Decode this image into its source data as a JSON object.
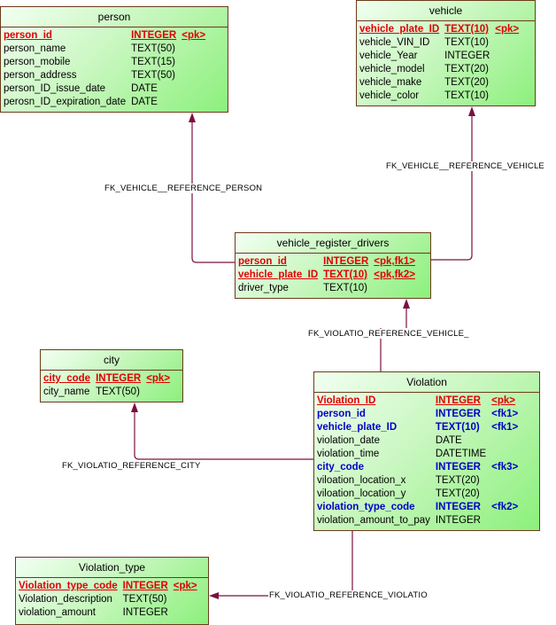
{
  "entities": {
    "person": {
      "title": "person",
      "columns": [
        {
          "name": "person_id",
          "type": "INTEGER",
          "key": "<pk>",
          "style": "pk"
        },
        {
          "name": "person_name",
          "type": "TEXT(50)",
          "key": "",
          "style": ""
        },
        {
          "name": "person_mobile",
          "type": "TEXT(15)",
          "key": "",
          "style": ""
        },
        {
          "name": "person_address",
          "type": "TEXT(50)",
          "key": "",
          "style": ""
        },
        {
          "name": "person_ID_issue_date",
          "type": "DATE",
          "key": "",
          "style": ""
        },
        {
          "name": "perosn_ID_expiration_date",
          "type": "DATE",
          "key": "",
          "style": ""
        }
      ]
    },
    "vehicle": {
      "title": "vehicle",
      "columns": [
        {
          "name": "vehicle_plate_ID",
          "type": "TEXT(10)",
          "key": "<pk>",
          "style": "pk"
        },
        {
          "name": "vehicle_VIN_ID",
          "type": "TEXT(10)",
          "key": "",
          "style": ""
        },
        {
          "name": "vehicle_Year",
          "type": "INTEGER",
          "key": "",
          "style": ""
        },
        {
          "name": "vehicle_model",
          "type": "TEXT(20)",
          "key": "",
          "style": ""
        },
        {
          "name": "vehicle_make",
          "type": "TEXT(20)",
          "key": "",
          "style": ""
        },
        {
          "name": "vehicle_color",
          "type": "TEXT(10)",
          "key": "",
          "style": ""
        }
      ]
    },
    "vehicle_register_drivers": {
      "title": "vehicle_register_drivers",
      "columns": [
        {
          "name": "person_id",
          "type": "INTEGER",
          "key": "<pk,fk1>",
          "style": "pk"
        },
        {
          "name": "vehicle_plate_ID",
          "type": "TEXT(10)",
          "key": "<pk,fk2>",
          "style": "pk"
        },
        {
          "name": "driver_type",
          "type": "TEXT(10)",
          "key": "",
          "style": ""
        }
      ]
    },
    "city": {
      "title": "city",
      "columns": [
        {
          "name": "city_code",
          "type": "INTEGER",
          "key": "<pk>",
          "style": "pk"
        },
        {
          "name": "city_name",
          "type": "TEXT(50)",
          "key": "",
          "style": ""
        }
      ]
    },
    "violation": {
      "title": "Violation",
      "columns": [
        {
          "name": "Violation_ID",
          "type": "INTEGER",
          "key": "<pk>",
          "style": "pk"
        },
        {
          "name": "person_id",
          "type": "INTEGER",
          "key": "<fk1>",
          "style": "fk"
        },
        {
          "name": "vehicle_plate_ID",
          "type": "TEXT(10)",
          "key": "<fk1>",
          "style": "fk"
        },
        {
          "name": "violation_date",
          "type": "DATE",
          "key": "",
          "style": ""
        },
        {
          "name": "violation_time",
          "type": "DATETIME",
          "key": "",
          "style": ""
        },
        {
          "name": "city_code",
          "type": "INTEGER",
          "key": "<fk3>",
          "style": "fk"
        },
        {
          "name": "viloation_location_x",
          "type": "TEXT(20)",
          "key": "",
          "style": ""
        },
        {
          "name": "viloation_location_y",
          "type": "TEXT(20)",
          "key": "",
          "style": ""
        },
        {
          "name": "violation_type_code",
          "type": "INTEGER",
          "key": "<fk2>",
          "style": "fk"
        },
        {
          "name": "violation_amount_to_pay",
          "type": "INTEGER",
          "key": "",
          "style": ""
        }
      ]
    },
    "violation_type": {
      "title": "Violation_type",
      "columns": [
        {
          "name": "Violation_type_code",
          "type": "INTEGER",
          "key": "<pk>",
          "style": "pk"
        },
        {
          "name": "Violation_description",
          "type": "TEXT(50)",
          "key": "",
          "style": ""
        },
        {
          "name": "violation_amount",
          "type": "INTEGER",
          "key": "",
          "style": ""
        }
      ]
    }
  },
  "relationships": [
    {
      "id": "fk-vehicle-reference-person",
      "label": "FK_VEHICLE__REFERENCE_PERSON",
      "from": "vehicle_register_drivers",
      "to": "person"
    },
    {
      "id": "fk-vehicle-reference-vehicle",
      "label": "FK_VEHICLE__REFERENCE_VEHICLE",
      "from": "vehicle_register_drivers",
      "to": "vehicle"
    },
    {
      "id": "fk-violatio-reference-vehicle",
      "label": "FK_VIOLATIO_REFERENCE_VEHICLE_",
      "from": "violation",
      "to": "vehicle_register_drivers"
    },
    {
      "id": "fk-violatio-reference-city",
      "label": "FK_VIOLATIO_REFERENCE_CITY",
      "from": "violation",
      "to": "city"
    },
    {
      "id": "fk-violatio-reference-violatio",
      "label": "FK_VIOLATIO_REFERENCE_VIOLATIO",
      "from": "violation",
      "to": "violation_type"
    }
  ],
  "colors": {
    "pk": "#e00000",
    "fk": "#0000c8",
    "line": "#7a1040",
    "border": "#6b3b1a"
  }
}
